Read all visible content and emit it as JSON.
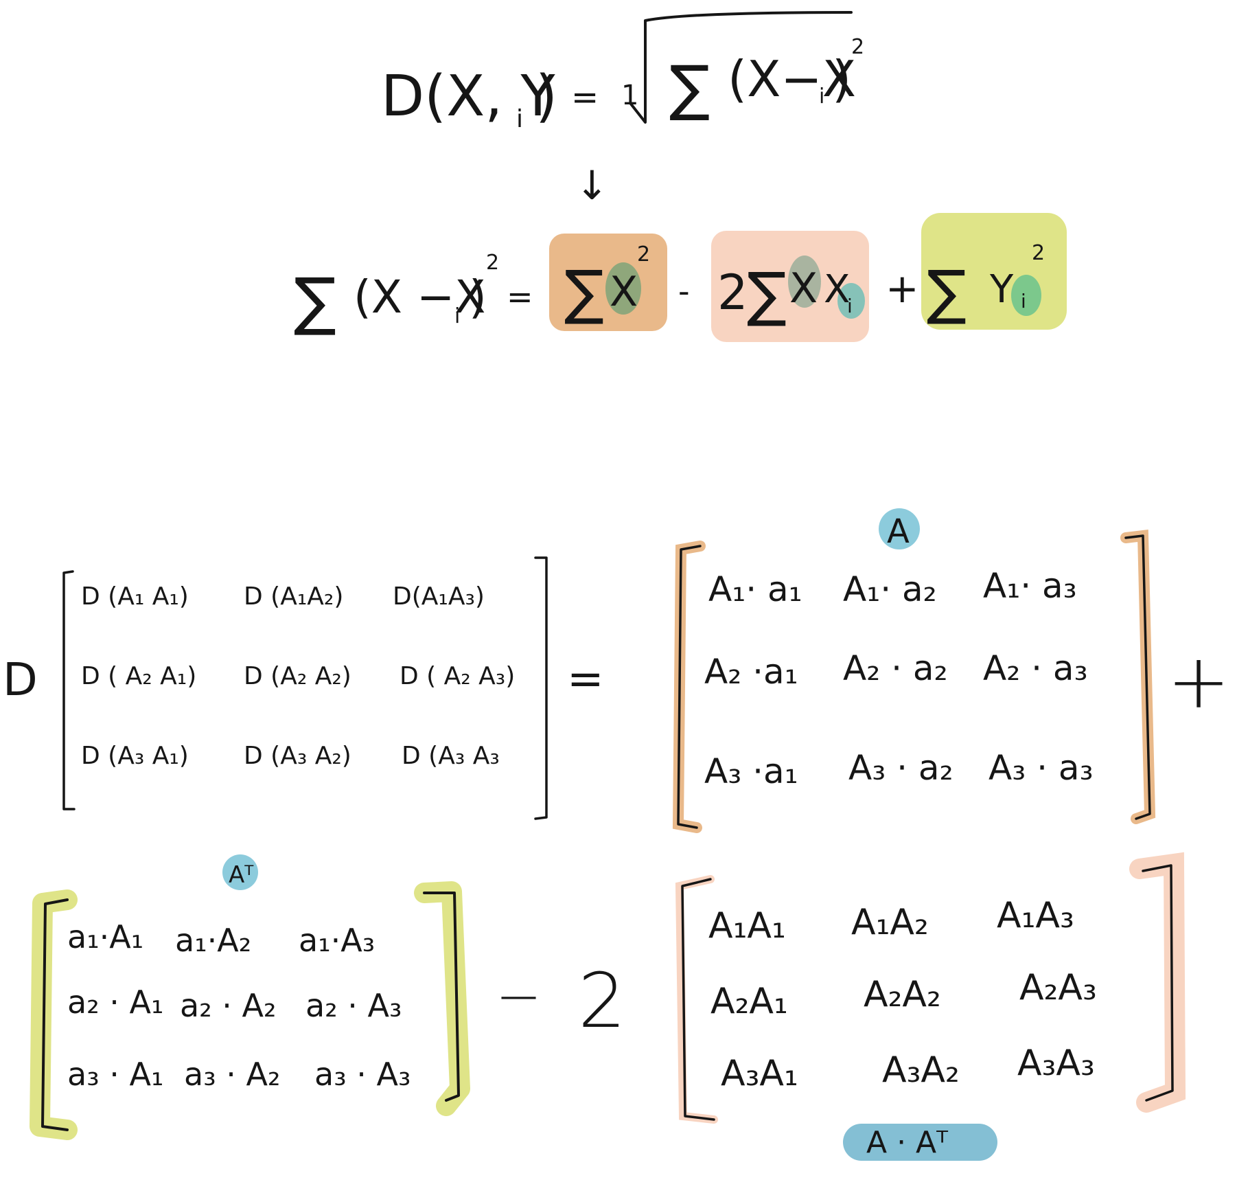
{
  "colors": {
    "ink": "#161616",
    "orange": "#e9b98a",
    "peach": "#f8d4c1",
    "lime": "#dfe488",
    "teal_blob": "#8fb8a8",
    "green_blob": "#7cc88c",
    "blue_bubble": "#8ccbdc",
    "blue_pill": "#84bfd4"
  },
  "formula_top": {
    "lhs": "D(X, Y",
    "lhs_sub": "i",
    "lhs_close": ")",
    "equals": "=",
    "root_scale": "1",
    "sigma": "∑",
    "inner": "(X−X",
    "inner_sub": "i",
    "inner_close": ")",
    "power": "2",
    "arrow": "↓"
  },
  "formula_expanded": {
    "sigma": "∑",
    "lhs_open": "(X −X",
    "lhs_sub": "i",
    "lhs_close": ")",
    "lhs_power": "2",
    "equals": "=",
    "term1_var": "X",
    "term1_power": "2",
    "minus": "-",
    "coef": "2",
    "term2_var": "X",
    "term2_var2": "X",
    "term2_sub": "i",
    "plus": "+",
    "term3_var": "Y",
    "term3_sub": "i",
    "term3_power": "2"
  },
  "matrix_d": {
    "prefix": "D",
    "rows": [
      [
        "D (A₁ A₁)",
        "D (A₁A₂)",
        "D(A₁A₃)"
      ],
      [
        "D ( A₂ A₁)",
        "D (A₂ A₂)",
        "D ( A₂ A₃)"
      ],
      [
        "D (A₃ A₁)",
        "D (A₃ A₂)",
        "D (A₃ A₃"
      ]
    ],
    "equals": "="
  },
  "matrix_a": {
    "label": "A",
    "rows": [
      [
        "A₁· a₁",
        "A₁· a₂",
        "A₁· a₃"
      ],
      [
        "A₂ ·a₁",
        "A₂ · a₂",
        "A₂ · a₃"
      ],
      [
        "A₃ ·a₁",
        "A₃ · a₂",
        "A₃ · a₃"
      ]
    ],
    "plus": "+"
  },
  "matrix_at": {
    "label": "Aᵀ",
    "rows": [
      [
        "a₁·A₁",
        "a₁·A₂",
        "a₁·A₃"
      ],
      [
        "a₂ · A₁",
        "a₂ · A₂",
        "a₂ · A₃"
      ],
      [
        "a₃ · A₁",
        "a₃ · A₂",
        "a₃ · A₃"
      ]
    ]
  },
  "operator_minus_two": {
    "minus": "−",
    "two": "2"
  },
  "matrix_aat": {
    "label": "A · Aᵀ",
    "rows": [
      [
        "A₁A₁",
        "A₁A₂",
        "A₁A₃"
      ],
      [
        "A₂A₁",
        "A₂A₂",
        "A₂A₃"
      ],
      [
        "A₃A₁",
        "A₃A₂",
        "A₃A₃"
      ]
    ]
  }
}
